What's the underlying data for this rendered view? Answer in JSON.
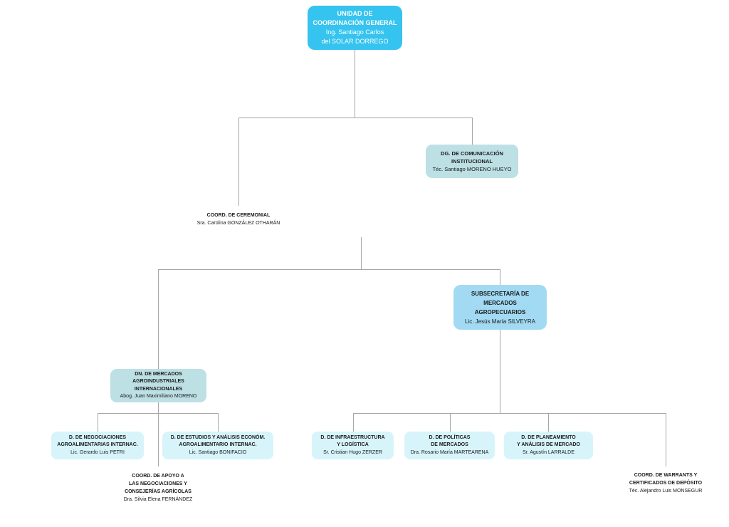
{
  "document": {
    "type": "organizational-chart",
    "root_unit": "UNIDAD DE COORDINACIÓN GENERAL"
  },
  "colors": {
    "root_box_fill": "#35c3ef",
    "root_box_text": "#ffffff",
    "mid_box_fill": "#bde0e5",
    "subsecretaria_box_fill": "#a2daf3",
    "bottom_box_fill": "#d7f4fb",
    "connector_line": "#a6a6a6",
    "text_dark": "#1a1a1a",
    "background": "#ffffff"
  },
  "nodes": {
    "unidad_coordinacion": {
      "title": "UNIDAD DE\nCOORDINACIÓN GENERAL",
      "person": "Ing. Santiago Carlos\ndel SOLAR DORREGO"
    },
    "dg_comunicacion": {
      "title": "DG. DE COMUNICACIÓN\nINSTITUCIONAL",
      "person": "Téc. Santiago MORENO HUEYO"
    },
    "coord_ceremonial": {
      "title": "COORD. DE CEREMONIAL",
      "person": "Sra. Carolina GONZÁLEZ OTHARÁN"
    },
    "subsecretaria_mercados": {
      "title": "SUBSECRETARÍA DE\nMERCADOS\nAGROPECUARIOS",
      "person": "Lic. Jesús María SILVEYRA"
    },
    "dn_mercados": {
      "title": "DN. DE MERCADOS\nAGROINDUSTRIALES\nINTERNACIONALES",
      "person": "Abog. Juan Maximiliano MORENO"
    },
    "d_negociaciones": {
      "title": "D. DE NEGOCIACIONES\nAGROALIMENTARIAS INTERNAC.",
      "person": "Lic. Gerardo Luis PETRI"
    },
    "d_estudios": {
      "title": "D. DE ESTUDIOS Y ANÁLISIS ECONÓM.\nAGROALIMENTARIO INTERNAC.",
      "person": "Lic. Santiago BONIFACIO"
    },
    "coord_apoyo": {
      "title": "COORD. DE APOYO A\nLAS NEGOCIACIONES Y\nCONSEJERÍAS AGRÍCOLAS",
      "person": "Dra. Silvia Elena FERNÁNDEZ"
    },
    "d_infraestructura": {
      "title": "D. DE INFRAESTRUCTURA\nY LOGÍSTICA",
      "person": "Sr. Cristian Hugo ZERZER"
    },
    "d_politicas": {
      "title": "D. DE POLÍTICAS\nDE MERCADOS",
      "person": "Dra. Rosario María MARTEARENA"
    },
    "d_planeamiento": {
      "title": "D. DE PLANEAMIENTO\nY ANÁLISIS DE MERCADO",
      "person": "Sr. Agustín LARRALDE"
    },
    "coord_warrants": {
      "title": "COORD. DE WARRANTS Y\nCERTIFICADOS DE DEPÓSITO",
      "person": "Téc. Alejandro Luis MONSEGUR"
    }
  }
}
